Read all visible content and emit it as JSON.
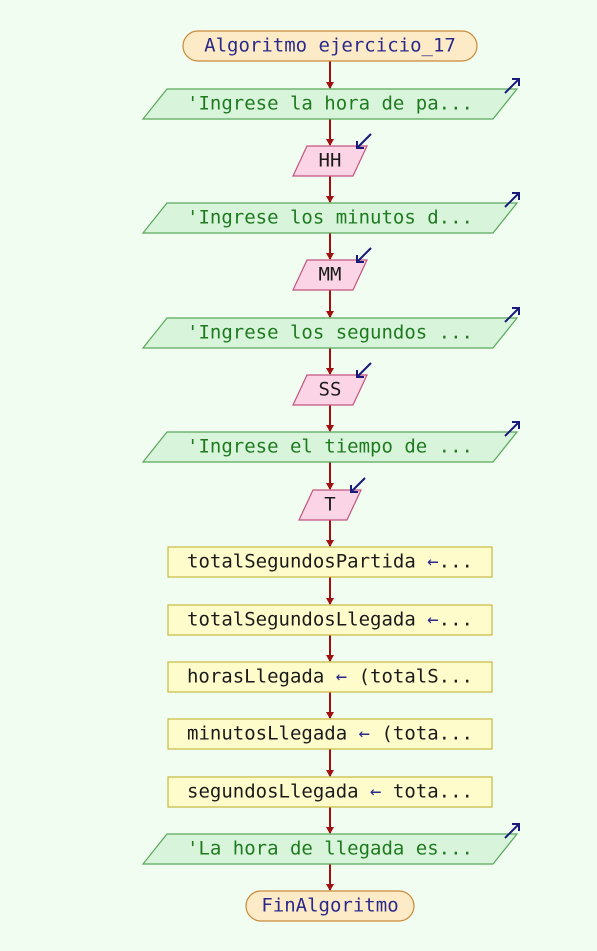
{
  "colors": {
    "background": "#f0fdf0",
    "terminal_fill": "#fdebc8",
    "terminal_stroke": "#c98a3a",
    "output_fill": "#d8f5dc",
    "output_stroke": "#5aa65a",
    "input_fill": "#fbd5e6",
    "input_stroke": "#c2547f",
    "process_fill": "#fffccc",
    "process_stroke": "#c8b840",
    "connector": "#a01010",
    "io_arrow": "#1a1a7a"
  },
  "nodes": [
    {
      "id": "start",
      "type": "terminal",
      "text": "Algoritmo ejercicio_17"
    },
    {
      "id": "out1",
      "type": "output",
      "text": "'Ingrese la hora de pa..."
    },
    {
      "id": "in1",
      "type": "input",
      "text": "HH"
    },
    {
      "id": "out2",
      "type": "output",
      "text": "'Ingrese los minutos d..."
    },
    {
      "id": "in2",
      "type": "input",
      "text": "MM"
    },
    {
      "id": "out3",
      "type": "output",
      "text": "'Ingrese los segundos ..."
    },
    {
      "id": "in3",
      "type": "input",
      "text": "SS"
    },
    {
      "id": "out4",
      "type": "output",
      "text": "'Ingrese el tiempo de ..."
    },
    {
      "id": "in4",
      "type": "input",
      "text": "T"
    },
    {
      "id": "p1",
      "type": "process",
      "text": "totalSegundosPartida ",
      "arrow": "←",
      "tail": "..."
    },
    {
      "id": "p2",
      "type": "process",
      "text": "totalSegundosLlegada ",
      "arrow": "←",
      "tail": "..."
    },
    {
      "id": "p3",
      "type": "process",
      "text": "horasLlegada ",
      "arrow": "←",
      "tail": " (totalS..."
    },
    {
      "id": "p4",
      "type": "process",
      "text": "minutosLlegada ",
      "arrow": "←",
      "tail": " (tota..."
    },
    {
      "id": "p5",
      "type": "process",
      "text": "segundosLlegada ",
      "arrow": "←",
      "tail": " tota..."
    },
    {
      "id": "out5",
      "type": "output",
      "text": "'La hora de llegada es..."
    },
    {
      "id": "end",
      "type": "terminal",
      "text": "FinAlgoritmo"
    }
  ]
}
